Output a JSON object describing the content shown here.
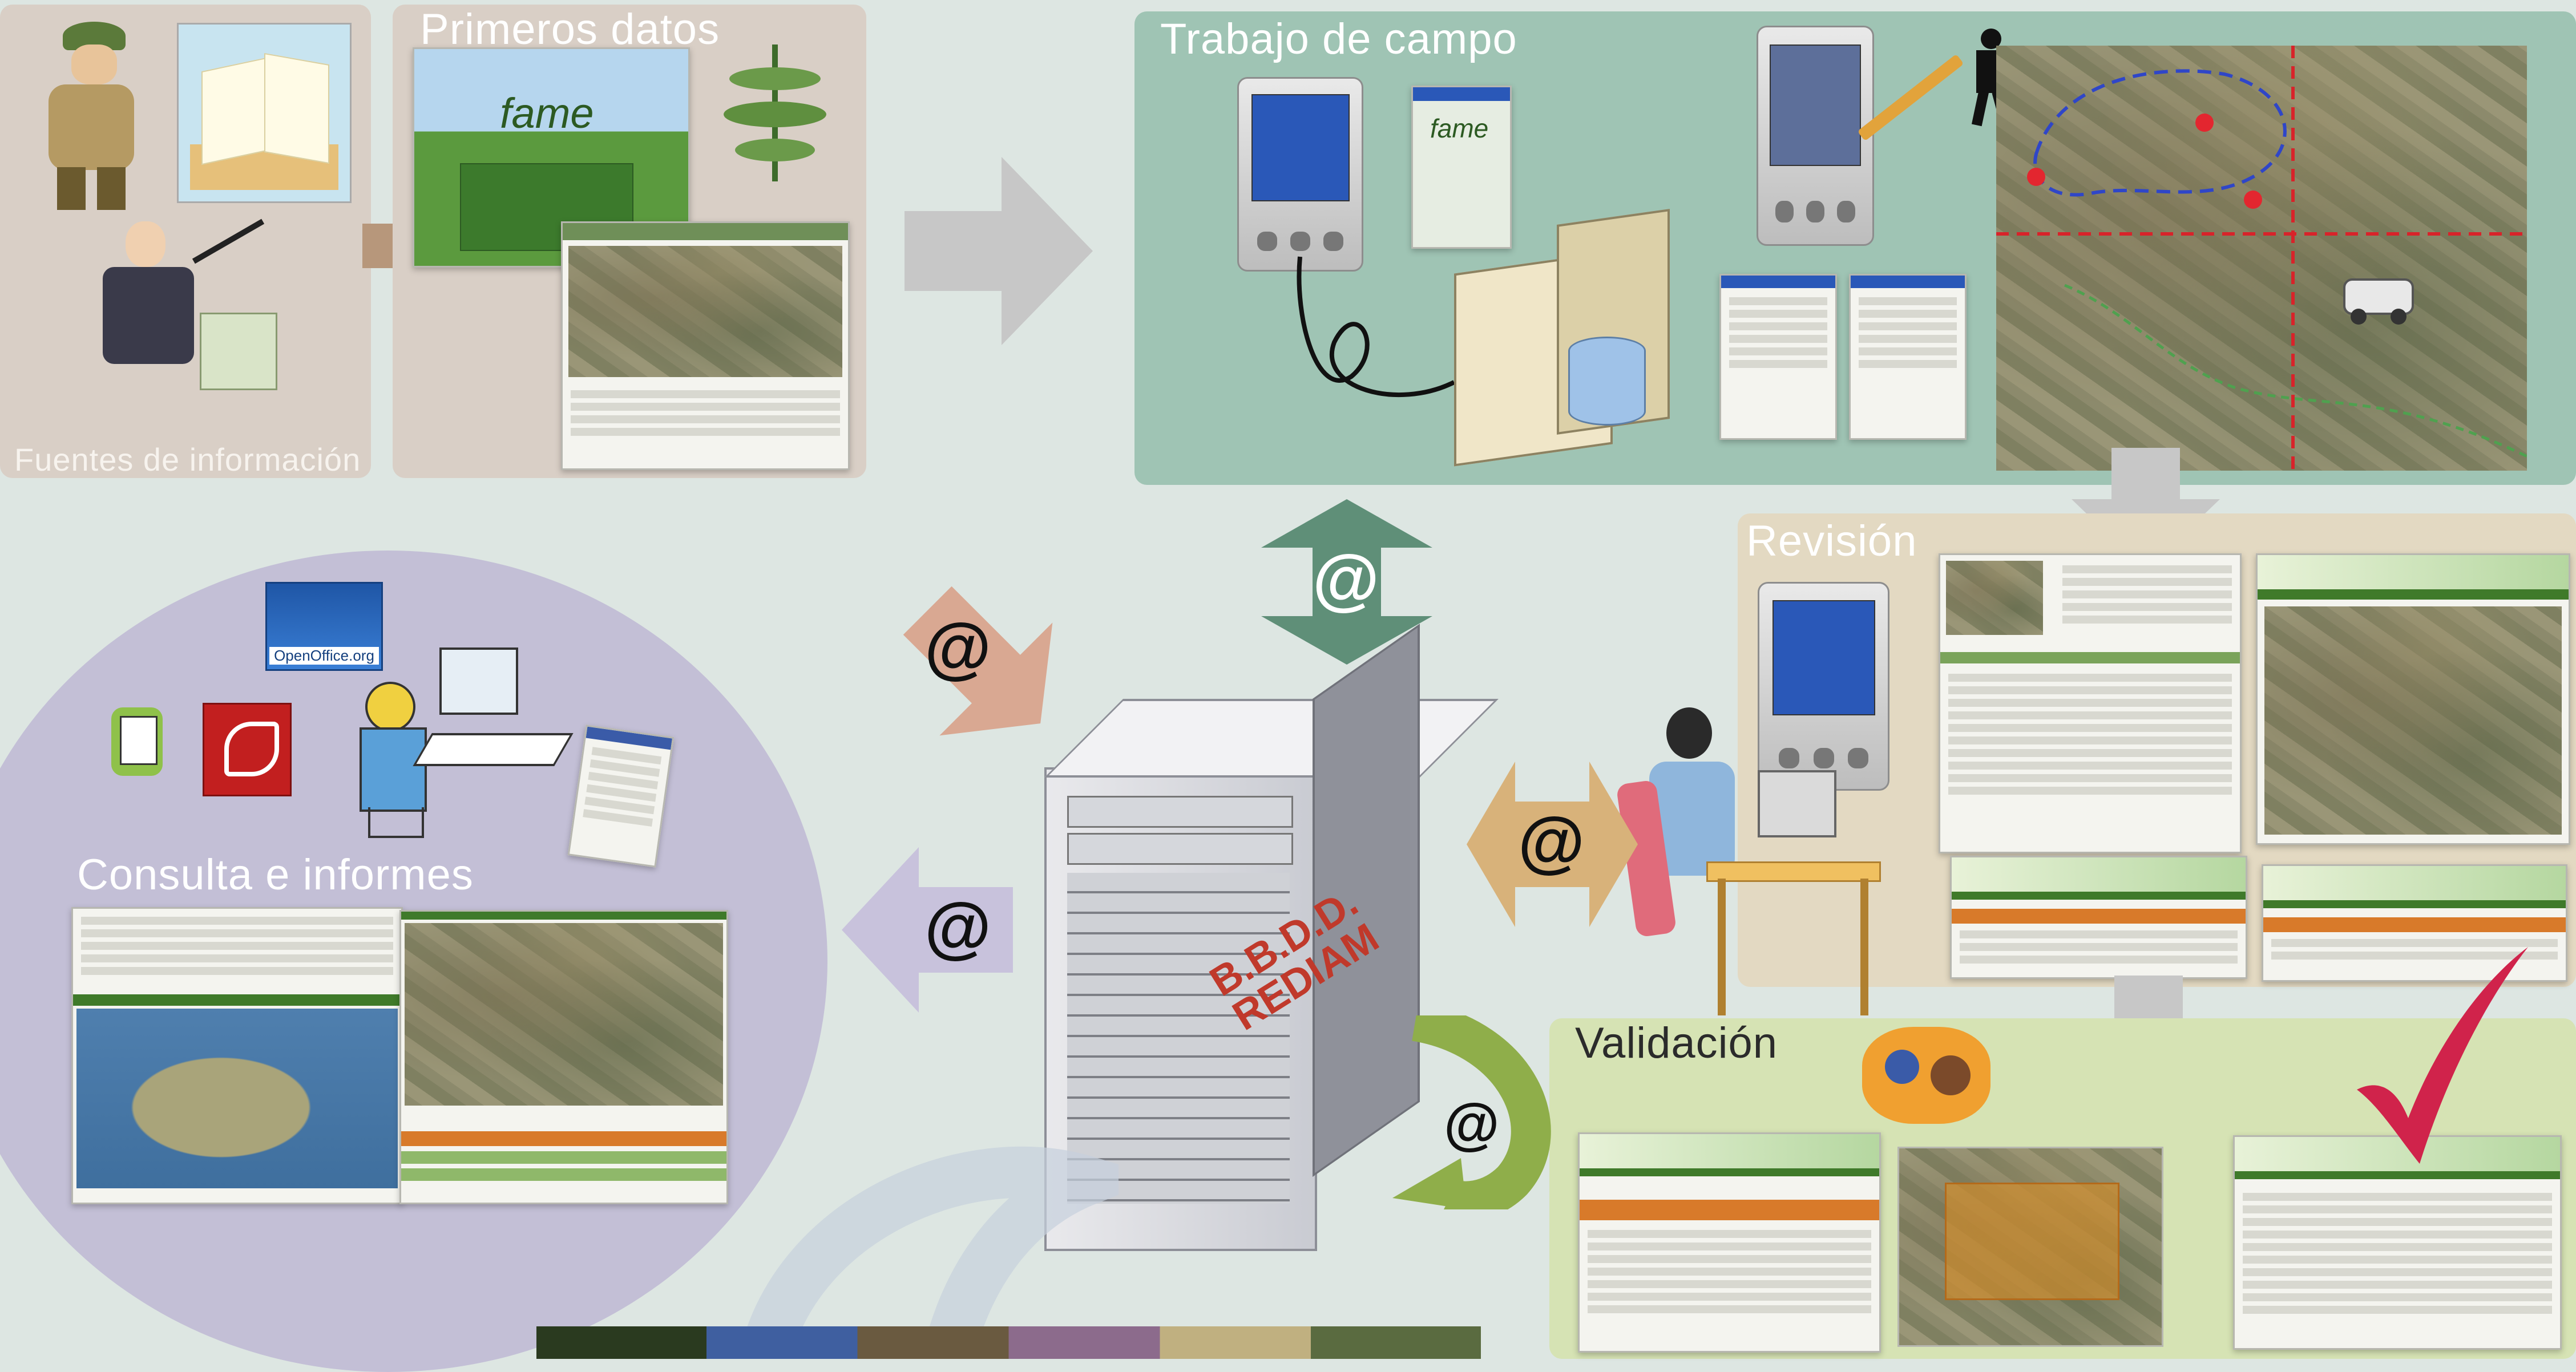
{
  "panels": {
    "fuentes": {
      "title": "Fuentes de información",
      "color": "#d9cfc6"
    },
    "primeros": {
      "title": "Primeros datos",
      "color": "#d9cfc6"
    },
    "trabajo": {
      "title": "Trabajo de campo",
      "color": "#9fc4b4"
    },
    "revision": {
      "title": "Revisión",
      "color": "#e3d9c2"
    },
    "validacion": {
      "title": "Validación",
      "color": "#d6e3b4"
    },
    "consulta": {
      "title": "Consulta e informes",
      "color": "#c3bfd6"
    }
  },
  "server": {
    "label_line1": "B.B.D.D.",
    "label_line2": "REDIAM"
  },
  "at_symbol": "@",
  "logos": {
    "fame": "fame",
    "openoffice": "OpenOffice.org"
  },
  "colors": {
    "arrow_gray": "#c7c7c7",
    "arrow_salmon": "#d9a892",
    "arrow_green_dark": "#5f8f78",
    "arrow_gold": "#d8b27a",
    "arrow_lavender": "#c8c2dc",
    "arrow_olive": "#8fae4a",
    "check_red": "#d0234b"
  }
}
